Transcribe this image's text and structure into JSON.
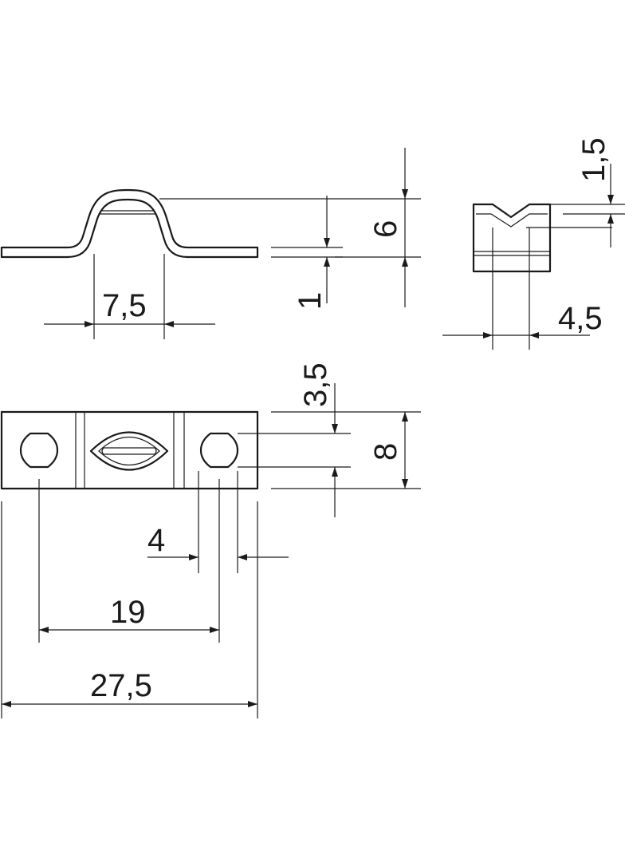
{
  "drawing": {
    "dimensions": {
      "top_inner_width": "7,5",
      "top_thickness": "1",
      "top_height": "6",
      "side_thickness": "1,5",
      "side_groove_width": "4,5",
      "plan_hole_height": "3,5",
      "plan_width": "8",
      "plan_hole_width": "4",
      "plan_hole_spacing": "19",
      "plan_overall_length": "27,5"
    },
    "colors": {
      "line": "#1a1a1a",
      "background": "#ffffff"
    }
  }
}
